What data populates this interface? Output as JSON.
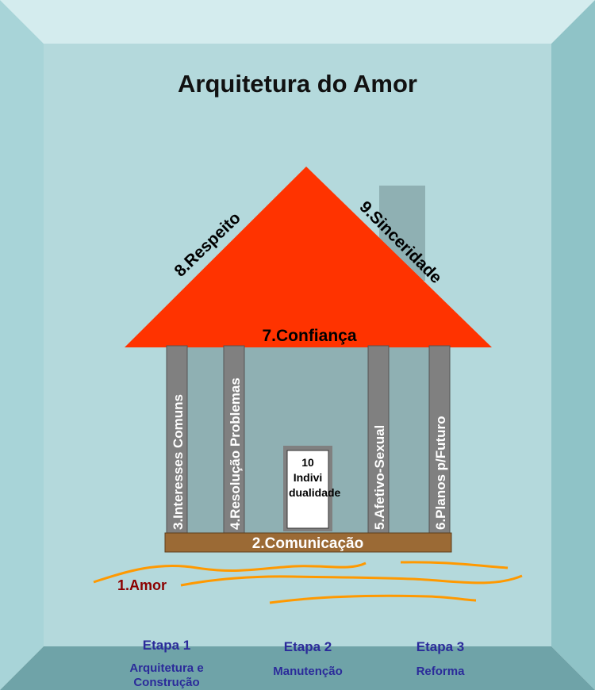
{
  "title": "Arquitetura do Amor",
  "roof": {
    "left_label": "8.Respeito",
    "right_label": "9.Sinceridade",
    "base_label": "7.Confiança"
  },
  "pillars": [
    {
      "label": "3.Interesses Comuns"
    },
    {
      "label": "4.Resolução Problemas"
    },
    {
      "label": "5.Afetivo-Sexual"
    },
    {
      "label": "6.Planos p/Futuro"
    }
  ],
  "door": {
    "label": "10\nIndivi\ndualidade"
  },
  "foundation": {
    "label": "2.Comunicação"
  },
  "ground": {
    "label": "1.Amor"
  },
  "stages": [
    {
      "title": "Etapa 1",
      "subtitle": "Arquitetura e\nConstrução"
    },
    {
      "title": "Etapa 2",
      "subtitle": "Manutenção"
    },
    {
      "title": "Etapa 3",
      "subtitle": "Reforma"
    }
  ],
  "colors": {
    "frame_light": "#c9e5e8",
    "frame_mid": "#8fc3c7",
    "frame_dark": "#6fa3a8",
    "panel": "#b4d9dc",
    "roof": "#ff3300",
    "house_wall": "#8fb0b3",
    "pillar": "#7f7f7f",
    "foundation": "#9b6a35",
    "ground_lines": "#ff9900",
    "amor_text": "#8b0000",
    "stage_text": "#2b2b9a"
  }
}
